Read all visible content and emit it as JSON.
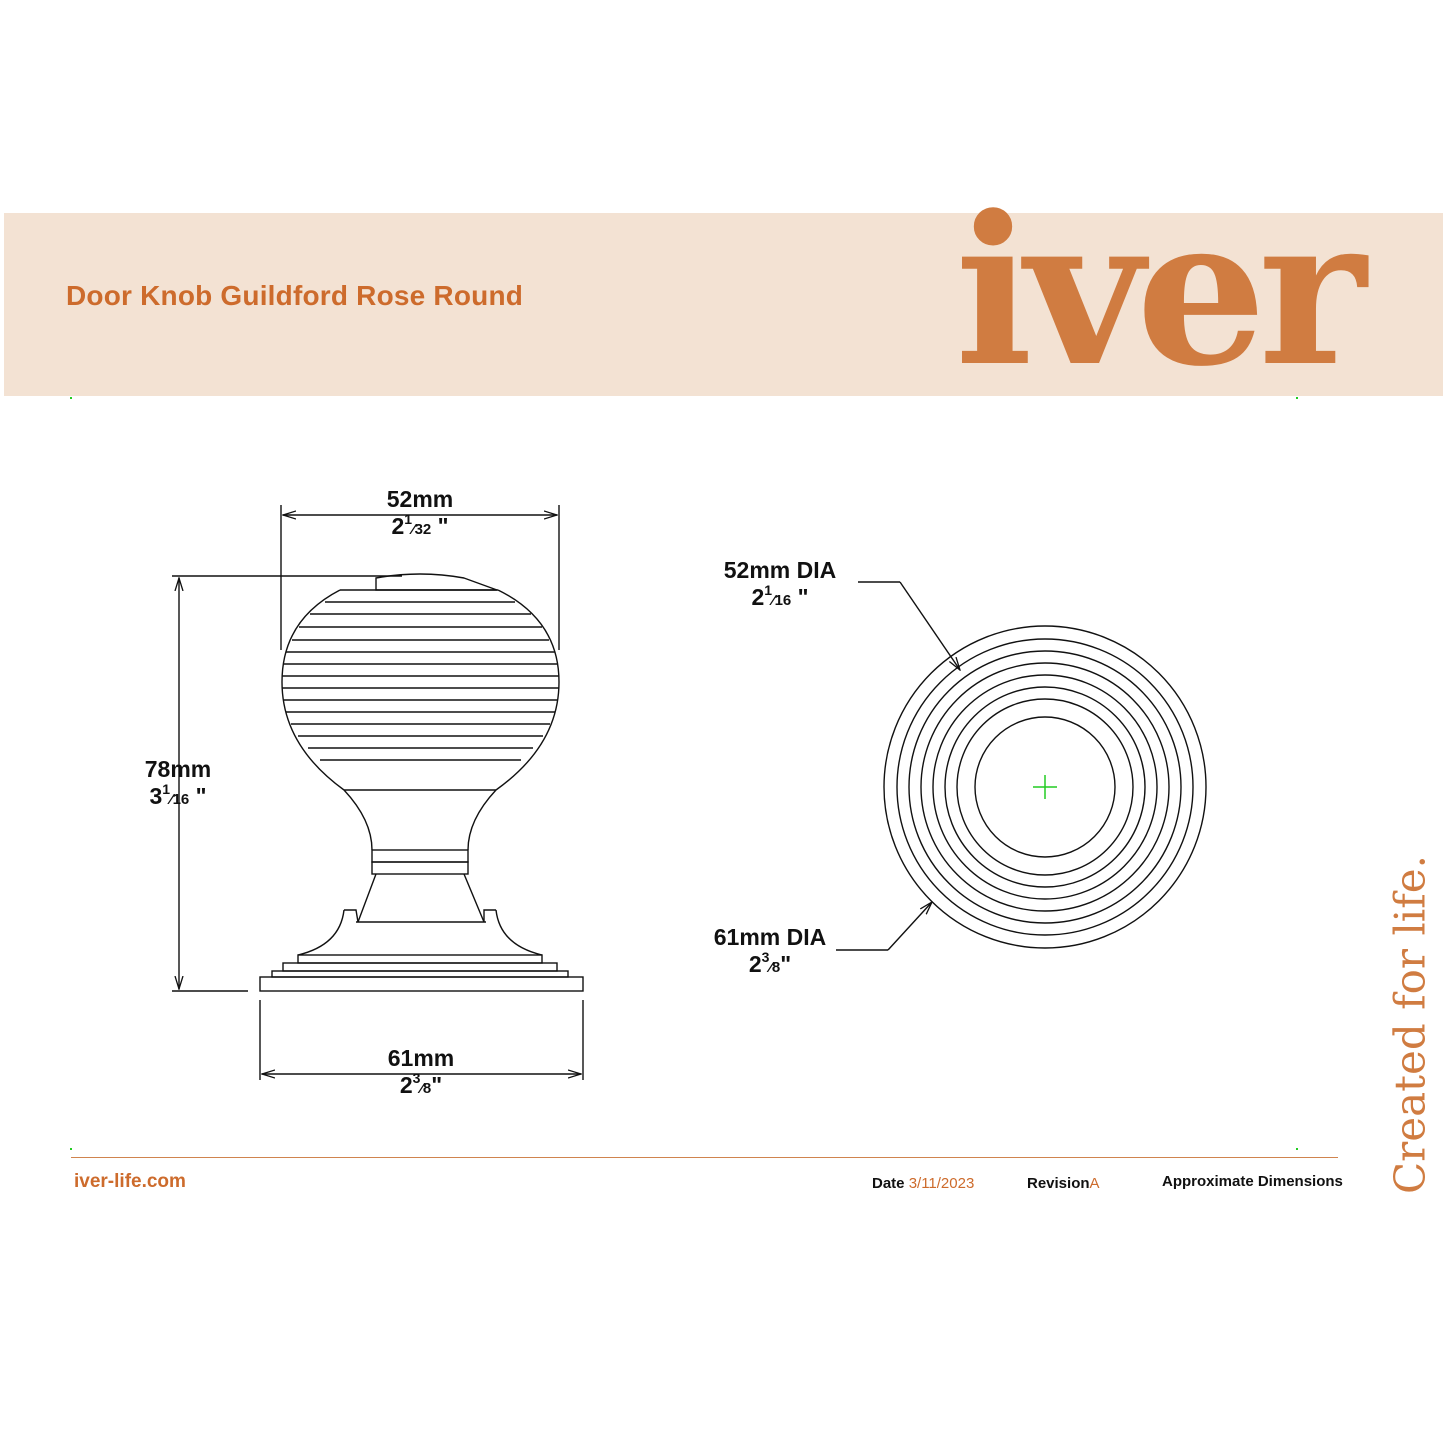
{
  "header": {
    "title": "Door Knob Guildford Rose Round",
    "logo_text": "iver",
    "tagline": "Created for life."
  },
  "side_view": {
    "width_top": {
      "metric": "52mm",
      "imperial_whole": "2",
      "imperial_num": "1",
      "imperial_den": "32",
      "suffix": "\""
    },
    "height": {
      "metric": "78mm",
      "imperial_whole": "3",
      "imperial_num": "1",
      "imperial_den": "16",
      "suffix": "\""
    },
    "width_base": {
      "metric": "61mm",
      "imperial_whole": "2",
      "imperial_num": "3",
      "imperial_den": "8",
      "suffix": "\""
    }
  },
  "top_view": {
    "inner_dia": {
      "metric": "52mm DIA",
      "imperial_whole": "2",
      "imperial_num": "1",
      "imperial_den": "16",
      "suffix": "\""
    },
    "outer_dia": {
      "metric": "61mm DIA",
      "imperial_whole": "2",
      "imperial_num": "3",
      "imperial_den": "8",
      "suffix": "\""
    }
  },
  "footer": {
    "website": "iver-life.com",
    "date_label": "Date",
    "date_value": "3/11/2023",
    "revision_label": "Revision",
    "revision_value": "A",
    "note": "Approximate Dimensions"
  },
  "colors": {
    "brand_orange": "#cd6b2c",
    "logo_orange": "#d07c41",
    "header_band": "#f3e2d3",
    "center_mark": "#22cc22"
  }
}
